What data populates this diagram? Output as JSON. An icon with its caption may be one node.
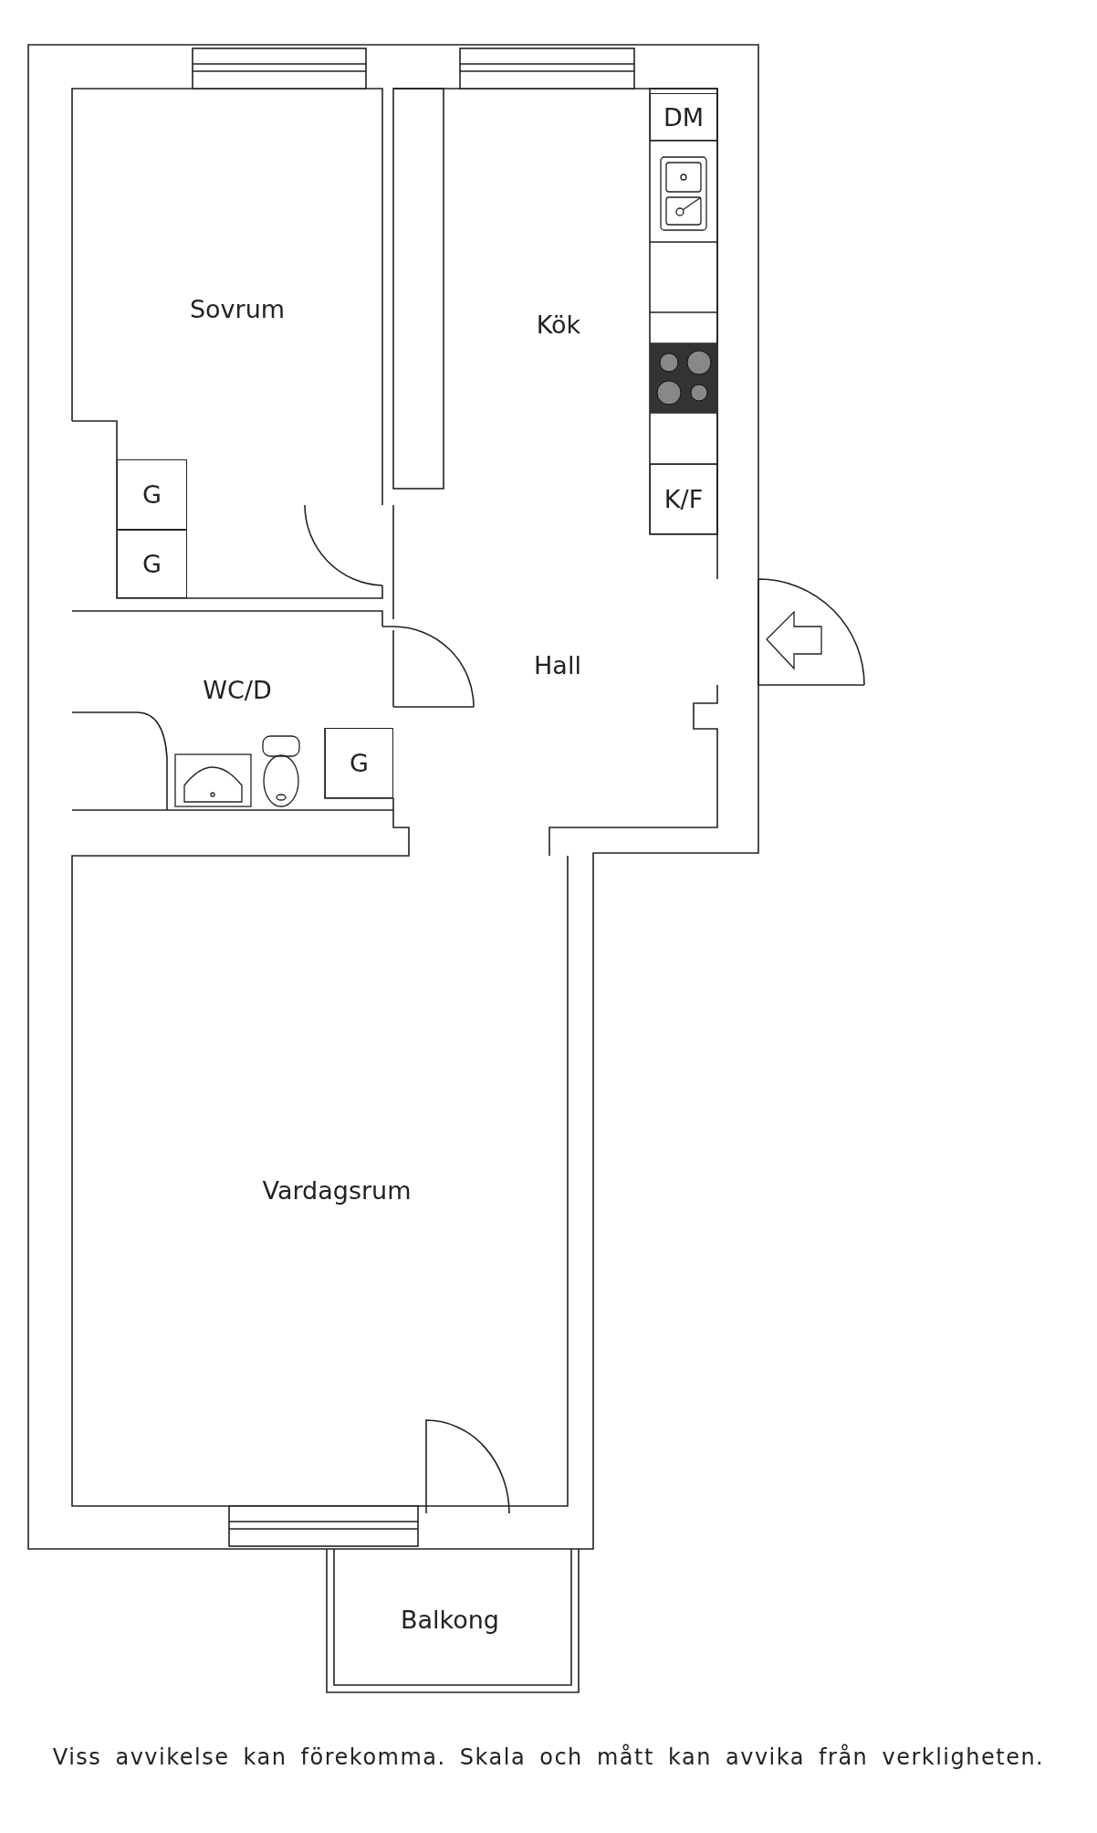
{
  "diagram": {
    "caption": "Viss avvikelse kan förekomma. Skala och mått kan avvika från verkligheten.",
    "nodes": [
      {
        "text": [
          "Sovrum"
        ]
      },
      {
        "text": [
          "Kök"
        ]
      },
      {
        "text": [
          "DM"
        ]
      },
      {
        "text": [
          "G"
        ]
      },
      {
        "text": [
          "G"
        ]
      },
      {
        "text": [
          "K/F"
        ]
      },
      {
        "text": [
          "Hall"
        ]
      },
      {
        "text": [
          "WC/D"
        ]
      },
      {
        "text": [
          "G"
        ]
      },
      {
        "text": [
          "Vardagsrum"
        ]
      },
      {
        "text": [
          "Balkong"
        ]
      }
    ]
  }
}
